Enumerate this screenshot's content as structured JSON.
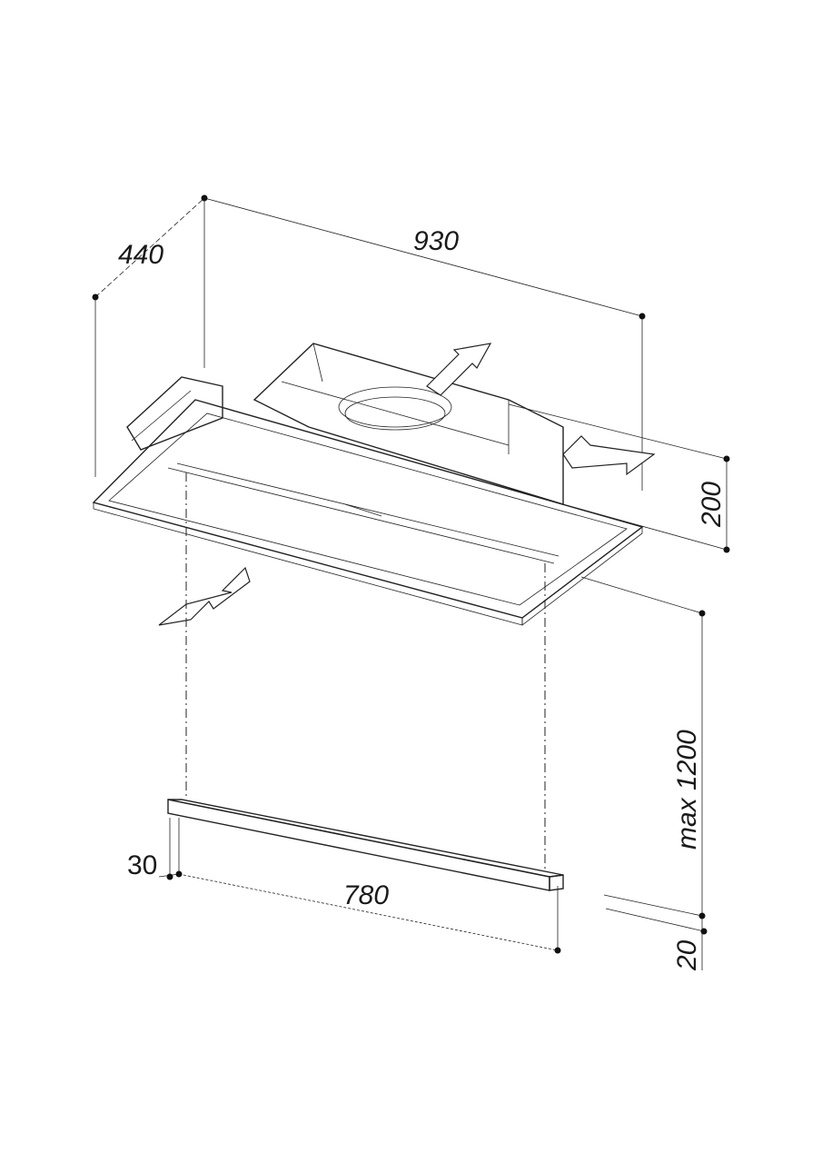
{
  "drawing": {
    "dimensions": {
      "depth": "440",
      "width": "930",
      "height": "200",
      "max_drop": "max 1200",
      "bar_gap": "20",
      "bar_height": "30",
      "bar_length": "780"
    },
    "line_color": "#222222"
  }
}
